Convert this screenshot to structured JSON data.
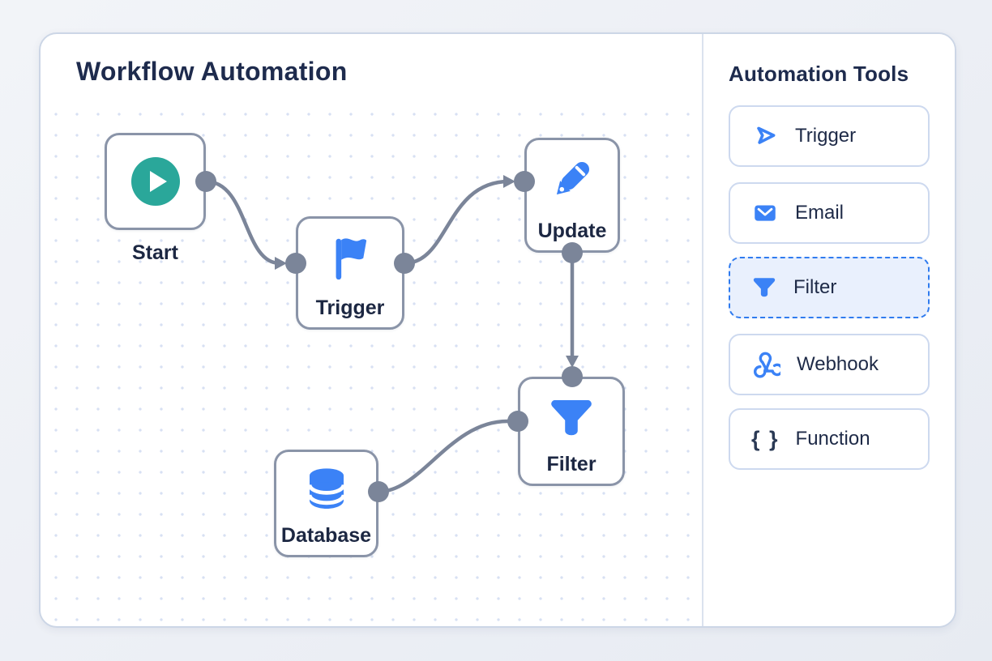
{
  "canvas": {
    "title": "Workflow Automation",
    "nodes": [
      {
        "id": "start",
        "label": "Start",
        "icon": "play-circle-icon"
      },
      {
        "id": "trigger",
        "label": "Trigger",
        "icon": "flag-icon"
      },
      {
        "id": "update",
        "label": "Update",
        "icon": "pencil-icon"
      },
      {
        "id": "filter",
        "label": "Filter",
        "icon": "funnel-icon"
      },
      {
        "id": "database",
        "label": "Database",
        "icon": "database-icon"
      }
    ],
    "connections": [
      {
        "from": "start",
        "to": "trigger",
        "arrow": true
      },
      {
        "from": "trigger",
        "to": "update",
        "arrow": true
      },
      {
        "from": "update",
        "to": "filter",
        "arrow": true
      },
      {
        "from": "database",
        "to": "filter",
        "arrow": false
      }
    ]
  },
  "sidebar": {
    "title": "Automation Tools",
    "items": [
      {
        "label": "Trigger",
        "icon": "trigger-arrow-icon",
        "selected": false
      },
      {
        "label": "Email",
        "icon": "email-icon",
        "selected": false
      },
      {
        "label": "Filter",
        "icon": "funnel-icon",
        "selected": true
      },
      {
        "label": "Webhook",
        "icon": "webhook-icon",
        "selected": false
      },
      {
        "label": "Function",
        "icon": "braces-icon",
        "selected": false,
        "glyph": "{ }"
      }
    ]
  },
  "colors": {
    "accent_blue": "#3b82f6",
    "start_teal": "#2aa79a",
    "node_border": "#8a94a8",
    "connector_gray": "#7b8599",
    "selected_border": "#2f7bef",
    "selected_bg": "#e9f0fd",
    "text_navy": "#1e2b4d",
    "panel_border": "#ccd6e6",
    "grid_dot": "#d7e0f3"
  }
}
